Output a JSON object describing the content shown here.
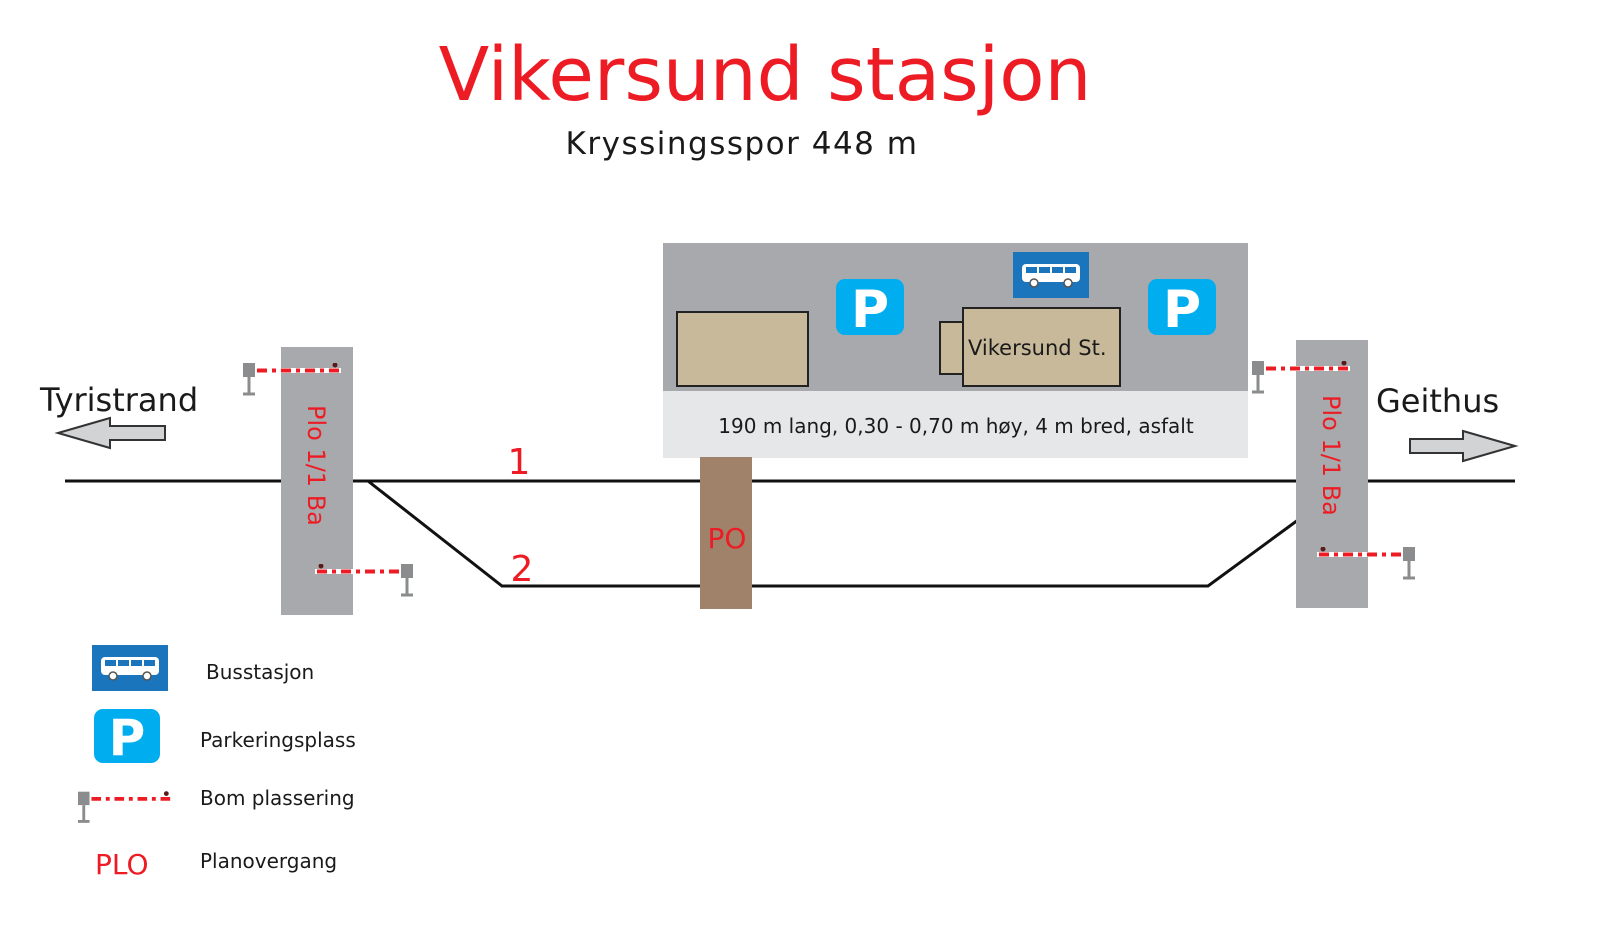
{
  "title": "Vikersund stasjon",
  "subtitle": "Kryssingsspor 448 m",
  "directions": {
    "left": "Tyristrand",
    "right": "Geithus"
  },
  "station": {
    "building_label": "Vikersund St.",
    "platform_text": "190 m lang, 0,30 - 0,70 m høy, 4 m bred, asfalt",
    "parking_symbol": "P"
  },
  "tracks": {
    "track1": "1",
    "track2": "2"
  },
  "crossings": {
    "left": "Plo 1/1 Ba",
    "right": "Plo 1/1 Ba",
    "middle": "PO"
  },
  "legend": [
    {
      "icon": "bus-icon",
      "label": "Busstasjon"
    },
    {
      "icon": "parking-icon",
      "symbol": "P",
      "label": "Parkeringsplass"
    },
    {
      "icon": "barrier-icon",
      "label": "Bom plassering"
    },
    {
      "icon": "plo-text",
      "symbol": "PLO",
      "label": "Planovergang"
    }
  ],
  "colors": {
    "red": "#ed1c24",
    "parking": "#00aeef",
    "bus": "#1b75bc",
    "area": "#a7a9ac",
    "platform": "#e6e7e8",
    "building": "#c8b99a",
    "po": "#a0826a"
  }
}
